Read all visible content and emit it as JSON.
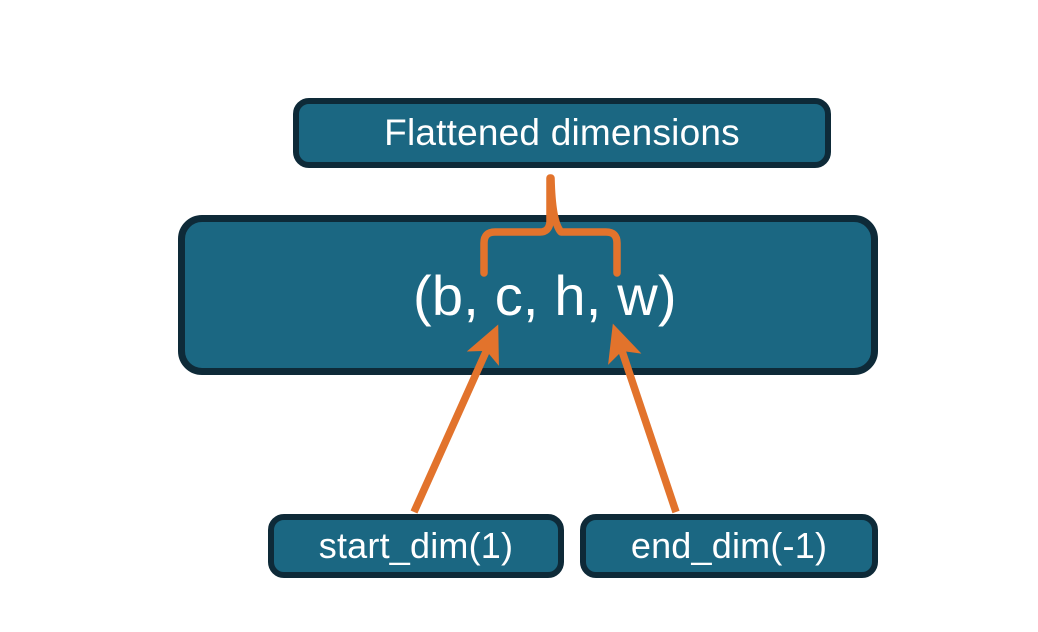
{
  "diagram": {
    "title": "PyTorch flatten start_dim / end_dim illustration",
    "background_color": "#ffffff",
    "node_fill_color": "#1b6782",
    "node_border_color": "#0e2a38",
    "node_text_color": "#ffffff",
    "connector_color": "#e2732c",
    "nodes": {
      "flattened": {
        "label": "Flattened dimensions"
      },
      "shape": {
        "label": "(b, c, h, w)"
      },
      "start_dim": {
        "label": "start_dim(1)"
      },
      "end_dim": {
        "label": "end_dim(-1)"
      }
    },
    "connectors": {
      "brace": {
        "name": "curly-brace",
        "from": "shape",
        "to": "flattened",
        "spans_labels": "c, h, w"
      },
      "arrow_start_dim": {
        "name": "arrow-start-dim",
        "from": "start_dim",
        "to": "shape",
        "points_at": "c"
      },
      "arrow_end_dim": {
        "name": "arrow-end-dim",
        "from": "end_dim",
        "to": "shape",
        "points_at": "w"
      }
    }
  }
}
